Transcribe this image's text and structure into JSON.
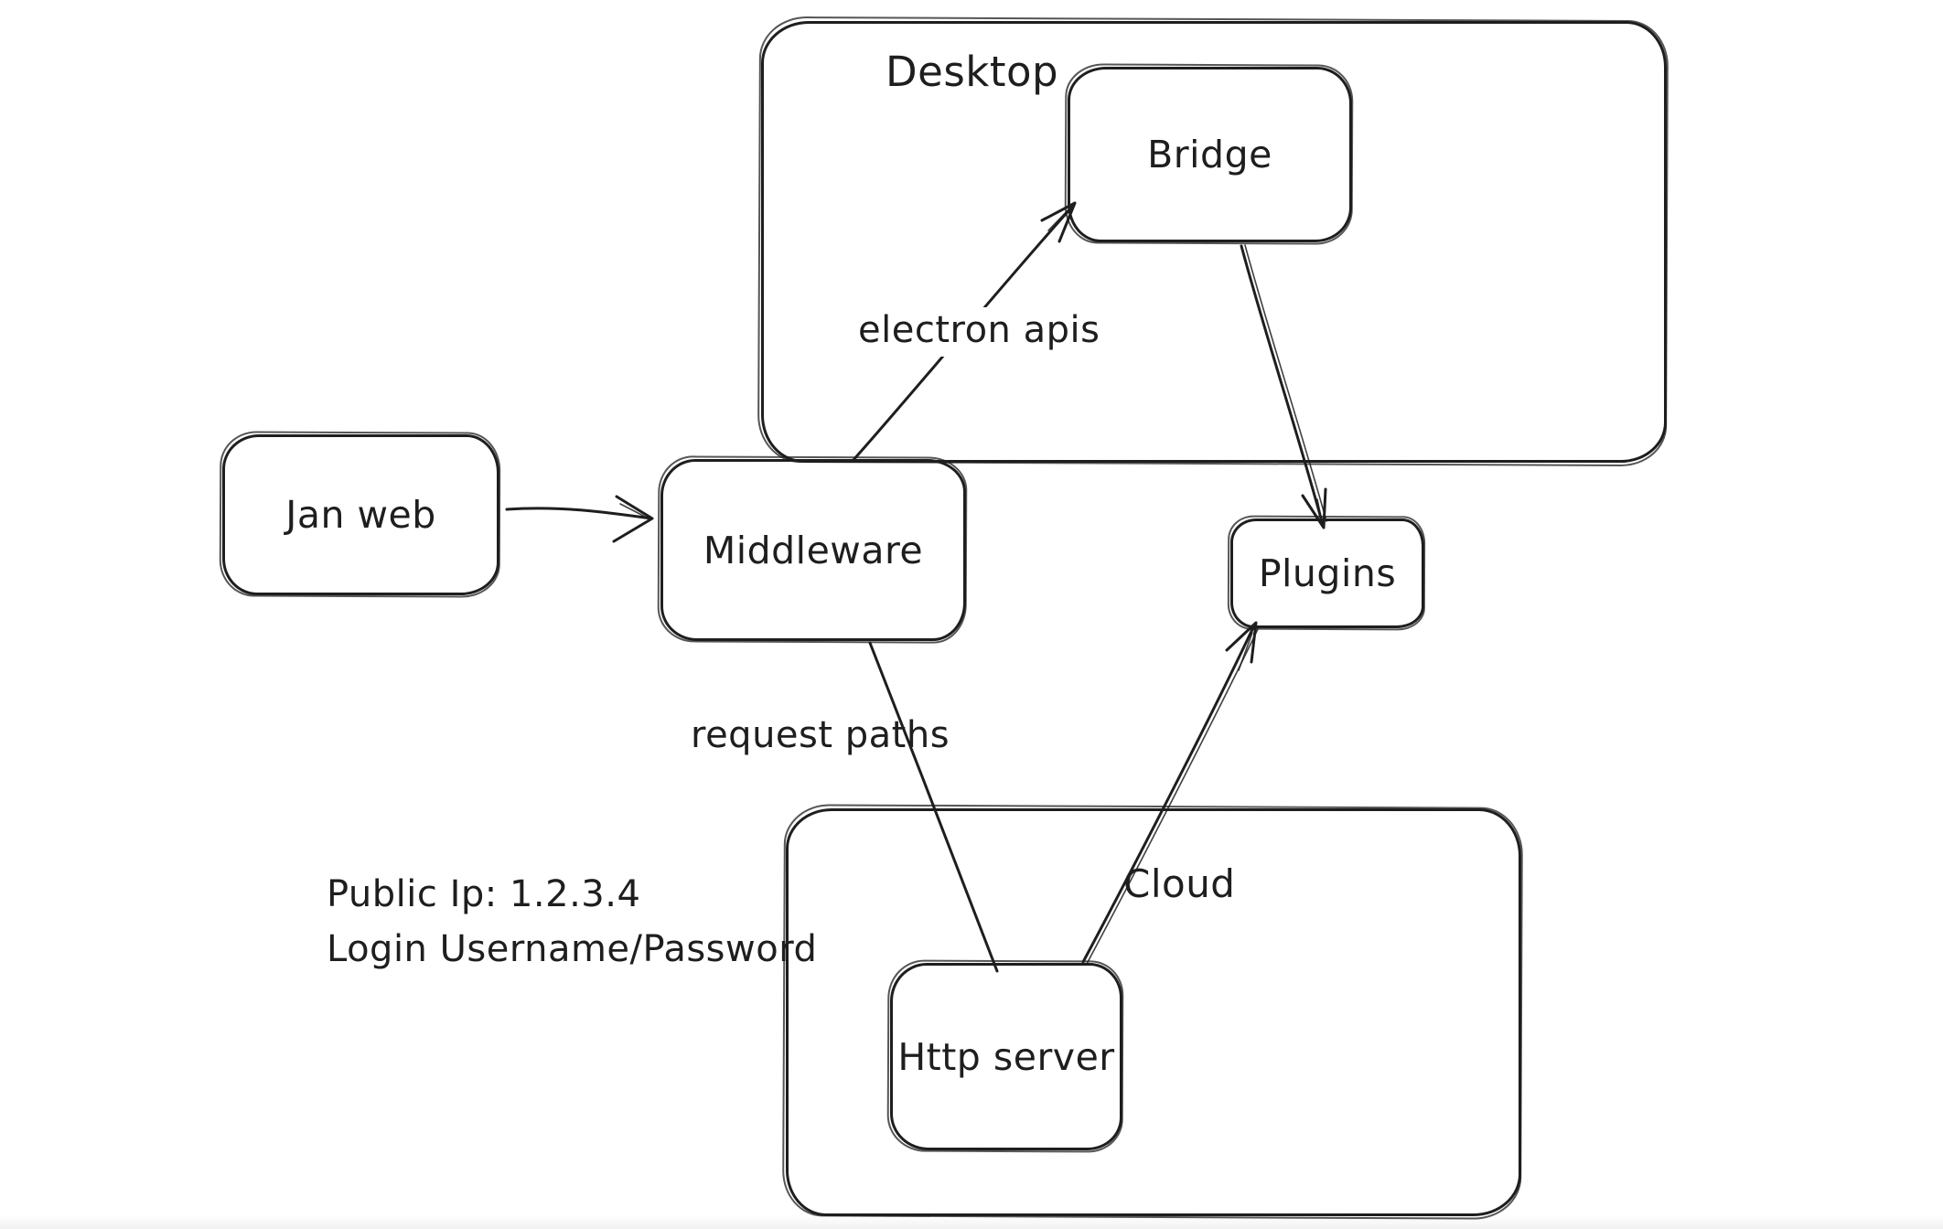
{
  "canvas": {
    "background": "#ffffff",
    "stroke_color": "#1e1e1e"
  },
  "containers": [
    {
      "id": "desktop",
      "label": "Desktop"
    },
    {
      "id": "cloud",
      "label": "Cloud"
    }
  ],
  "nodes": [
    {
      "id": "jan-web",
      "label": "Jan web"
    },
    {
      "id": "middleware",
      "label": "Middleware"
    },
    {
      "id": "bridge",
      "label": "Bridge"
    },
    {
      "id": "plugins",
      "label": "Plugins"
    },
    {
      "id": "http-server",
      "label": "Http server"
    }
  ],
  "edges": [
    {
      "from": "jan-web",
      "to": "middleware",
      "label": ""
    },
    {
      "from": "middleware",
      "to": "bridge",
      "label": "electron apis"
    },
    {
      "from": "bridge",
      "to": "plugins",
      "label": ""
    },
    {
      "from": "middleware",
      "to": "http-server",
      "label": "request paths"
    },
    {
      "from": "http-server",
      "to": "plugins",
      "label": ""
    }
  ],
  "annotations": {
    "line1": "Public Ip: 1.2.3.4",
    "line2": "Login Username/Password"
  }
}
